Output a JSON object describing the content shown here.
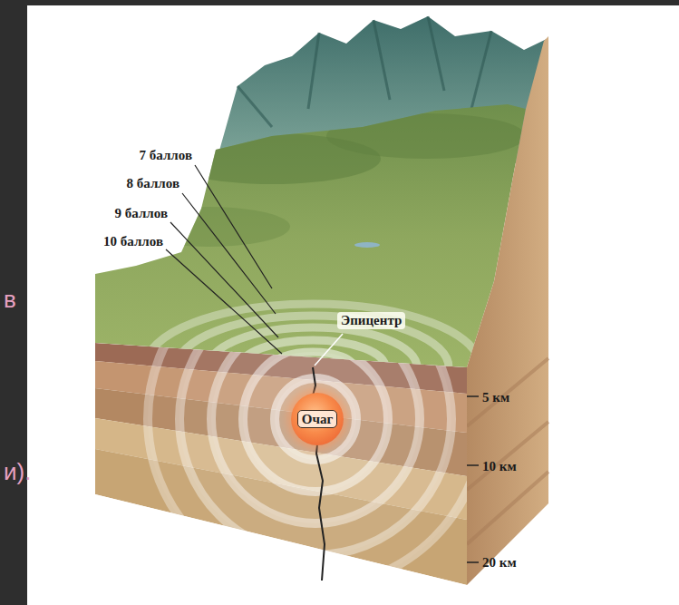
{
  "diagram": {
    "nodes": [
      {
        "text": [
          "Очаг"
        ]
      }
    ],
    "edges": [],
    "labels": [
      "в",
      "7 баллов",
      "8 баллов",
      "9 баллов",
      "10 баллов",
      "Эпицентр",
      "5 км",
      "10 км",
      "и).",
      "20 км"
    ]
  }
}
